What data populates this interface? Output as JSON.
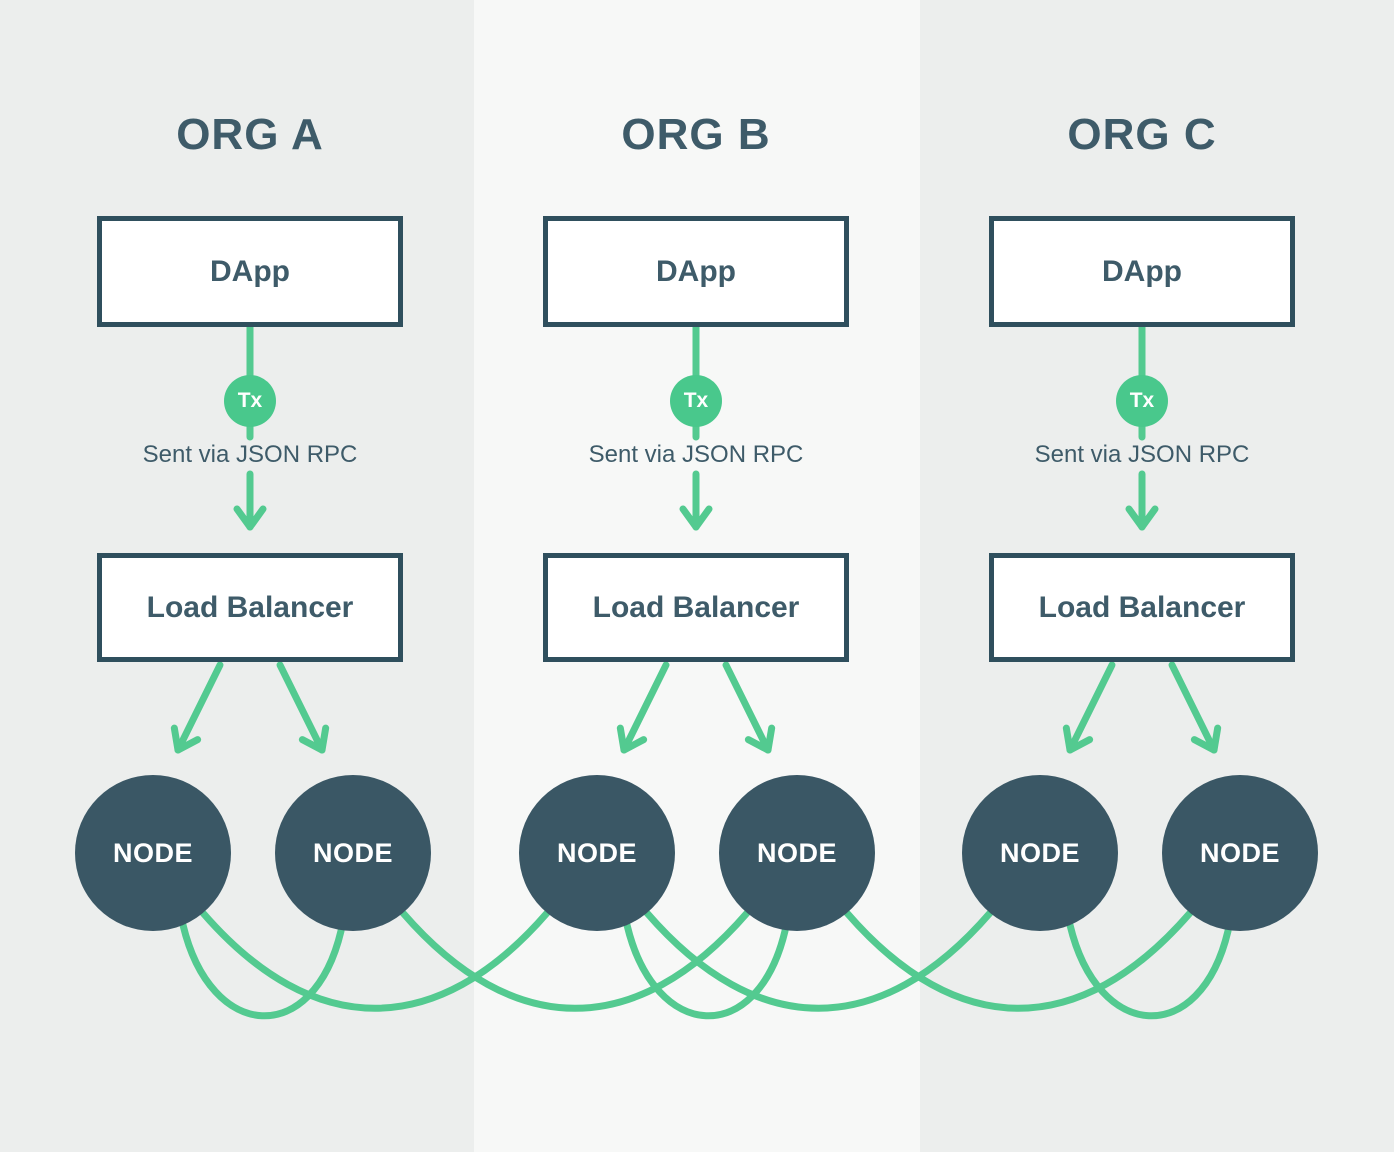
{
  "colors": {
    "accent_green": "#53CA90",
    "badge_green": "#49C88C",
    "slate_text": "#3E5B69",
    "box_border": "#2F4F5D",
    "node_fill": "#3A5765",
    "band_side": "#ECEEED",
    "band_middle": "#F7F8F7"
  },
  "orgs": [
    {
      "title": "ORG A",
      "dapp_label": "DApp",
      "tx_badge": "Tx",
      "caption": "Sent via JSON RPC",
      "load_balancer_label": "Load Balancer",
      "nodes": [
        {
          "label": "NODE"
        },
        {
          "label": "NODE"
        }
      ]
    },
    {
      "title": "ORG B",
      "dapp_label": "DApp",
      "tx_badge": "Tx",
      "caption": "Sent via JSON RPC",
      "load_balancer_label": "Load Balancer",
      "nodes": [
        {
          "label": "NODE"
        },
        {
          "label": "NODE"
        }
      ]
    },
    {
      "title": "ORG C",
      "dapp_label": "DApp",
      "tx_badge": "Tx",
      "caption": "Sent via JSON RPC",
      "load_balancer_label": "Load Balancer",
      "nodes": [
        {
          "label": "NODE"
        },
        {
          "label": "NODE"
        }
      ]
    }
  ]
}
